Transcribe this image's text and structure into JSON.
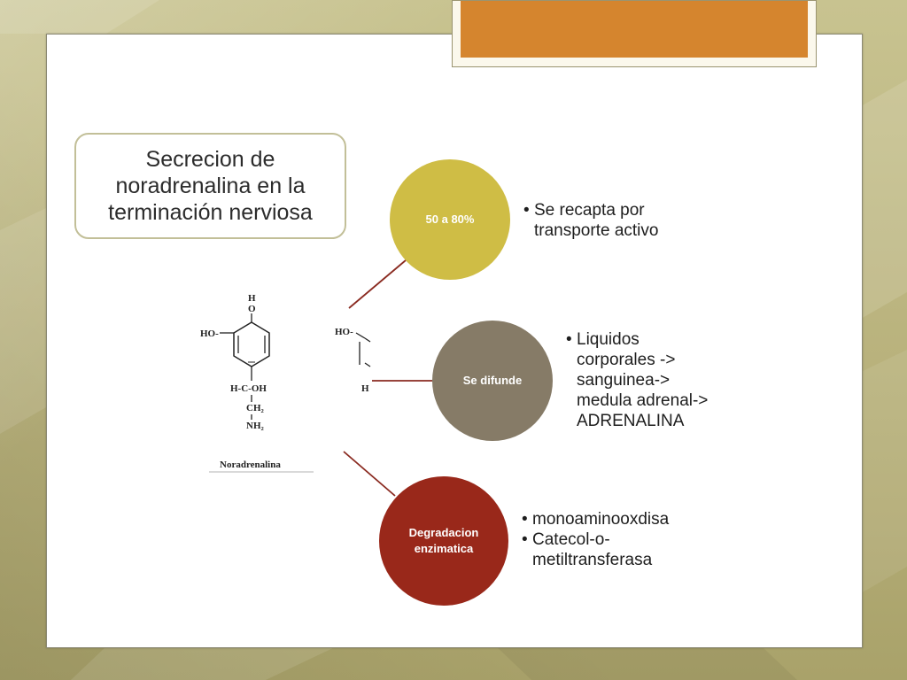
{
  "colors": {
    "background": "#b9b27a",
    "header_bar": "#d5852e",
    "circle_1": "#cfbd45",
    "circle_2": "#867b67",
    "circle_3": "#99281a",
    "connector": "#8a2a20"
  },
  "title": "Secrecion de\nnoradrenalina en la\nterminación nerviosa",
  "molecule": {
    "name": "Noradrenalina",
    "labels": [
      "H",
      "O",
      "HO-",
      "H-C-OH",
      "CH₂",
      "NH₂"
    ],
    "partial_labels": [
      "HO-",
      "H"
    ]
  },
  "nodes": [
    {
      "label": "50 a 80%",
      "bullets": [
        "Se recapta por\ntransporte activo"
      ]
    },
    {
      "label": "Se difunde",
      "bullets": [
        "Liquidos\ncorporales ->\nsanguinea->\nmedula adrenal->\nADRENALINA"
      ]
    },
    {
      "label": "Degradacion\nenzimatica",
      "bullets": [
        "monoaminooxdisa",
        "Catecol-o-\nmetiltransferasa"
      ]
    }
  ]
}
